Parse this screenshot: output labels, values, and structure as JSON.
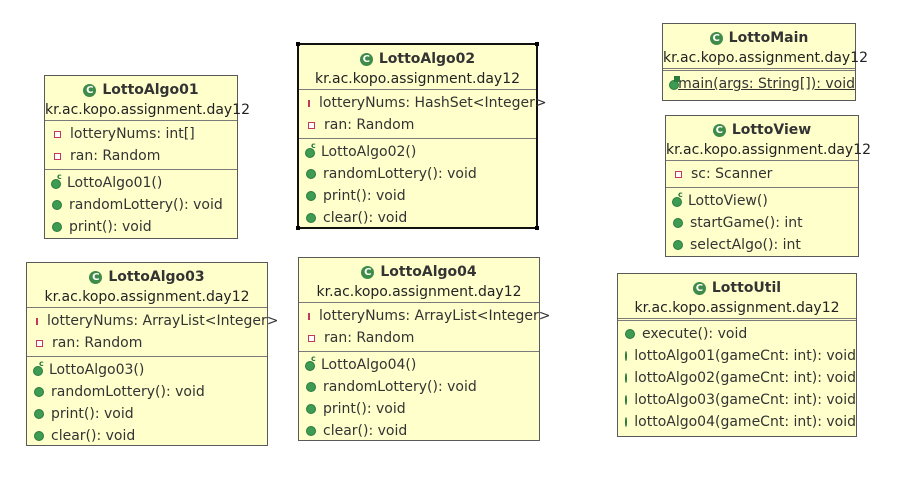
{
  "classes": {
    "lotto_algo01": {
      "name": "LottoAlgo01",
      "package": "kr.ac.kopo.assignment.day12",
      "fields": [
        "lotteryNums: int[]",
        "ran: Random"
      ],
      "methods": [
        "LottoAlgo01()",
        "randomLottery(): void",
        "print(): void"
      ]
    },
    "lotto_algo02": {
      "name": "LottoAlgo02",
      "package": "kr.ac.kopo.assignment.day12",
      "fields": [
        "lotteryNums: HashSet<Integer>",
        "ran: Random"
      ],
      "methods": [
        "LottoAlgo02()",
        "randomLottery(): void",
        "print(): void",
        "clear(): void"
      ]
    },
    "lotto_algo03": {
      "name": "LottoAlgo03",
      "package": "kr.ac.kopo.assignment.day12",
      "fields": [
        "lotteryNums: ArrayList<Integer>",
        "ran: Random"
      ],
      "methods": [
        "LottoAlgo03()",
        "randomLottery(): void",
        "print(): void",
        "clear(): void"
      ]
    },
    "lotto_algo04": {
      "name": "LottoAlgo04",
      "package": "kr.ac.kopo.assignment.day12",
      "fields": [
        "lotteryNums: ArrayList<Integer>",
        "ran: Random"
      ],
      "methods": [
        "LottoAlgo04()",
        "randomLottery(): void",
        "print(): void",
        "clear(): void"
      ]
    },
    "lotto_main": {
      "name": "LottoMain",
      "package": "kr.ac.kopo.assignment.day12",
      "methods": [
        "main(args: String[]): void"
      ]
    },
    "lotto_view": {
      "name": "LottoView",
      "package": "kr.ac.kopo.assignment.day12",
      "fields": [
        "sc: Scanner"
      ],
      "methods": [
        "LottoView()",
        "startGame(): int",
        "selectAlgo(): int"
      ]
    },
    "lotto_util": {
      "name": "LottoUtil",
      "package": "kr.ac.kopo.assignment.day12",
      "methods": [
        "execute(): void",
        "lottoAlgo01(gameCnt: int): void",
        "lottoAlgo02(gameCnt: int): void",
        "lottoAlgo03(gameCnt: int): void",
        "lottoAlgo04(gameCnt: int): void"
      ]
    }
  },
  "icons": {
    "class": "class-icon",
    "private_field": "private-field-icon",
    "public_method": "public-method-icon",
    "constructor": "constructor-icon",
    "static_method": "static-method-icon"
  },
  "colors": {
    "box_fill": "#ffffcc",
    "class_icon": "#3e8b4a",
    "private_icon": "#c2385a",
    "public_icon": "#3d9b52"
  }
}
